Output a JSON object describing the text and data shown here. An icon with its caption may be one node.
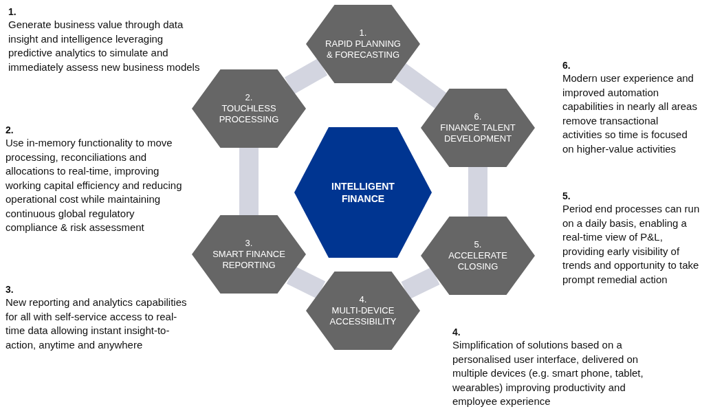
{
  "diagram": {
    "nodes": [
      {
        "text": [
          "INTELLIGENT FINANCE"
        ]
      },
      {
        "text": [
          "1.",
          "RAPID PLANNING & FORECASTING"
        ]
      },
      {
        "text": [
          "2.",
          "TOUCHLESS PROCESSING"
        ]
      },
      {
        "text": [
          "3.",
          "SMART FINANCE REPORTING"
        ]
      },
      {
        "text": [
          "4.",
          "MULTI-DEVICE ACCESSIBILITY"
        ]
      },
      {
        "text": [
          "5.",
          "ACCELERATE CLOSING"
        ]
      },
      {
        "text": [
          "6.",
          "FINANCE TALENT DEVELOPMENT"
        ]
      }
    ],
    "edges": [
      {
        "from": 1,
        "to": 6,
        "arrow": "none"
      },
      {
        "from": 6,
        "to": 5,
        "arrow": "none"
      },
      {
        "from": 5,
        "to": 4,
        "arrow": "none"
      },
      {
        "from": 4,
        "to": 3,
        "arrow": "none"
      },
      {
        "from": 3,
        "to": 2,
        "arrow": "none"
      },
      {
        "from": 2,
        "to": 1,
        "arrow": "none"
      }
    ],
    "labels": [
      "1.",
      "Generate business value through data insight and intelligence leveraging predictive analytics to simulate and immediately assess new business models",
      "6.",
      "Modern user experience and improved automation capabilities in nearly all areas remove transactional activities so time is focused on higher-value activities",
      "2.",
      "Use in-memory functionality to move processing, reconciliations and allocations to real-time, improving working capital efficiency and reducing operational cost while maintaining continuous global regulatory compliance & risk assessment",
      "5.",
      "Period end processes can run on a daily basis, enabling a real-time view of P&L, providing early visibility of trends and opportunity to take prompt remedial action",
      "3.",
      "New reporting and analytics capabilities for all with self-service access to real-time data allowing instant insight-to-action, anytime and anywhere",
      "4.",
      "Simplification of solutions based on a personalised user interface, delivered on multiple devices (e.g. smart phone, tablet, wearables) improving productivity and employee experience"
    ]
  }
}
